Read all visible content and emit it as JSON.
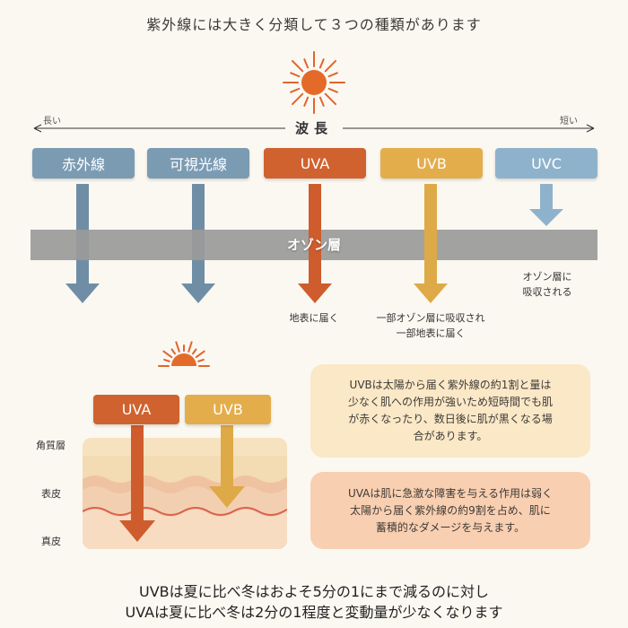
{
  "title": "紫外線には大きく分類して３つの種類があります",
  "wavelength": {
    "label": "波長",
    "long": "長い",
    "short": "短い"
  },
  "rays": [
    {
      "label": "赤外線",
      "color": "#7b9bb3"
    },
    {
      "label": "可視光線",
      "color": "#7b9bb3"
    },
    {
      "label": "UVA",
      "color": "#d0622f"
    },
    {
      "label": "UVB",
      "color": "#e3ad4c"
    },
    {
      "label": "UVC",
      "color": "#8fb2cc"
    }
  ],
  "ozone_label": "オゾン層",
  "notes": {
    "uva": "地表に届く",
    "uvb_line1": "一部オゾン層に吸収され",
    "uvb_line2": "一部地表に届く",
    "uvc_line1": "オゾン層に",
    "uvc_line2": "吸収される"
  },
  "skin": {
    "uva_label": "UVA",
    "uvb_label": "UVB",
    "layers": [
      "角質層",
      "表皮",
      "真皮"
    ]
  },
  "info": {
    "uvb": {
      "line1": "UVBは太陽から届く紫外線の約1割と量は",
      "line2": "少なく肌への作用が強いため短時間でも肌",
      "line3": "が赤くなったり、数日後に肌が黒くなる場",
      "line4": "合があります。"
    },
    "uva": {
      "line1": "UVAは肌に急激な障害を与える作用は弱く",
      "line2": "太陽から届く紫外線の約9割を占め、肌に",
      "line3": "蓄積的なダメージを与えます。"
    }
  },
  "bottom": {
    "line1": "UVBは夏に比べ冬はおよそ5分の1にまで減るのに対し",
    "line2": "UVAは夏に比べ冬は2分の1程度と変動量が少なくなります"
  },
  "colors": {
    "bg": "#fbf8f1",
    "blue": "#7b9bb3",
    "uva": "#d0622f",
    "uvb": "#e3ad4c",
    "uvc": "#8fb2cc",
    "ozone": "#9a9a9a"
  }
}
